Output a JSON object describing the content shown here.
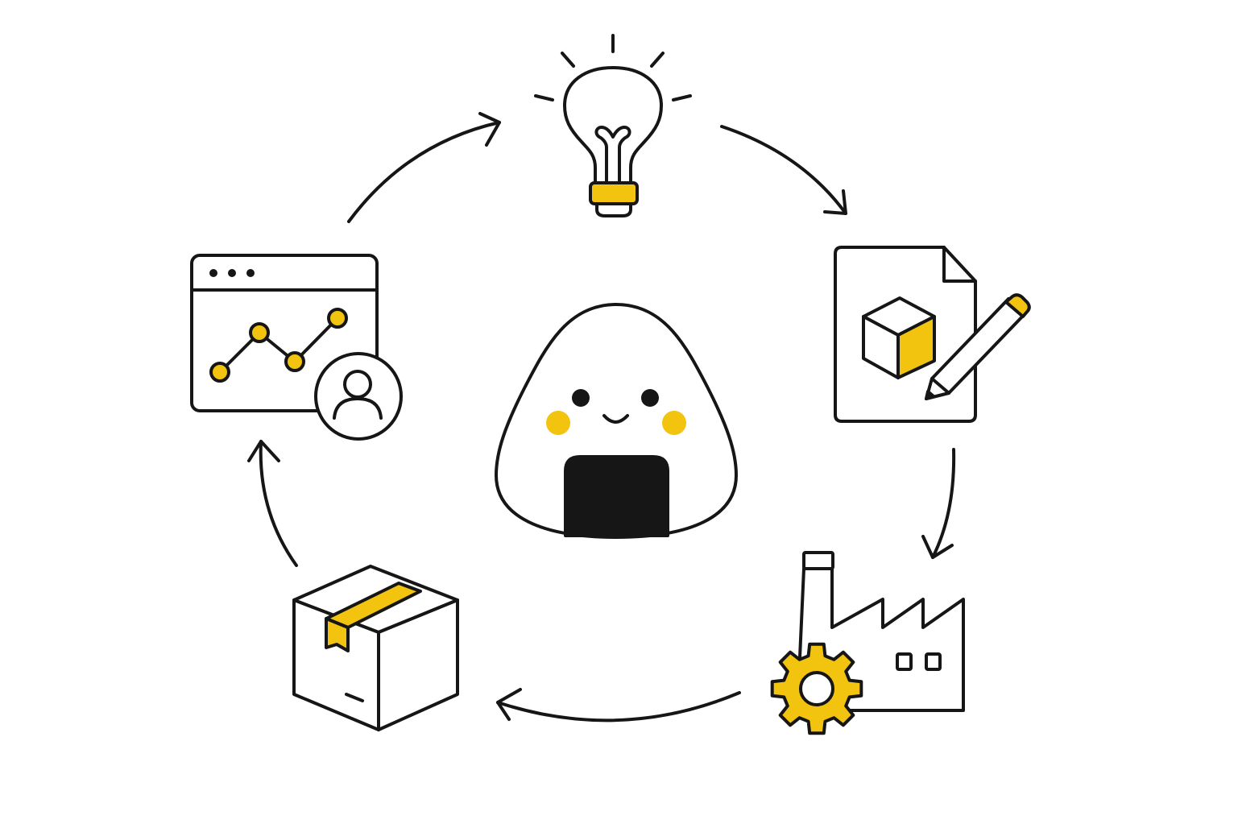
{
  "diagram": {
    "type": "cycle",
    "style": "line-icons",
    "center": "onigiri-mascot-icon",
    "stages": [
      {
        "id": "idea",
        "icon": "lightbulb-icon"
      },
      {
        "id": "design",
        "icon": "design-document-icon"
      },
      {
        "id": "manufacturing",
        "icon": "factory-gear-icon"
      },
      {
        "id": "shipping",
        "icon": "package-box-icon"
      },
      {
        "id": "analytics",
        "icon": "analytics-dashboard-icon"
      }
    ],
    "flow": [
      {
        "from": "idea",
        "to": "design"
      },
      {
        "from": "design",
        "to": "manufacturing"
      },
      {
        "from": "manufacturing",
        "to": "shipping"
      },
      {
        "from": "shipping",
        "to": "analytics"
      },
      {
        "from": "analytics",
        "to": "idea"
      }
    ]
  },
  "colors": {
    "stroke": "#161616",
    "accent": "#f2c30f",
    "fill": "#ffffff",
    "dark": "#161616"
  }
}
